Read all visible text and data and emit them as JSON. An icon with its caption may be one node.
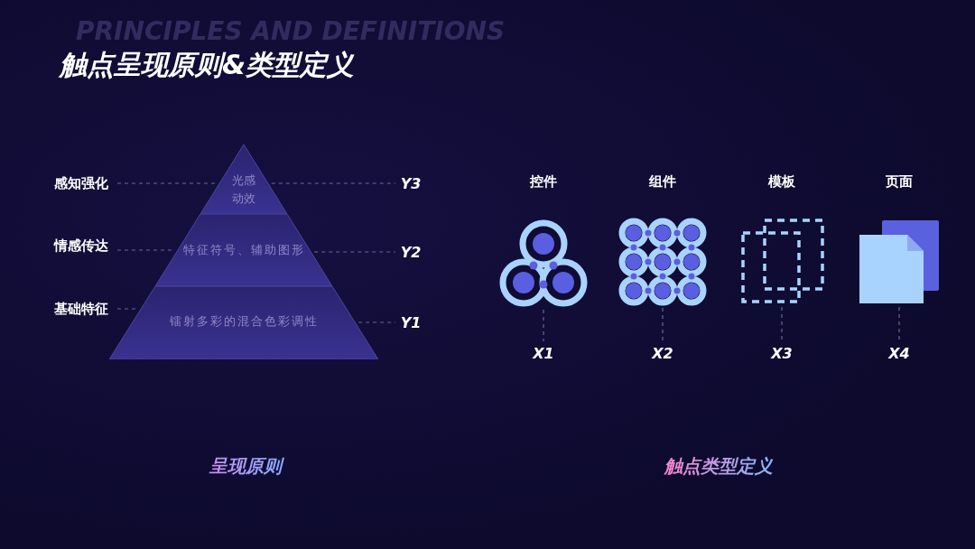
{
  "diagram": {
    "title": "触点呈现原则&类型定义",
    "nodes": [
      {
        "text": [
          "光感动效"
        ]
      },
      {
        "text": [
          "特征符号、辅助图形"
        ]
      },
      {
        "text": [
          "镭射多彩的混合色彩调性"
        ]
      },
      {
        "text": [
          "感知强化"
        ]
      },
      {
        "text": [
          "情感传达"
        ]
      },
      {
        "text": [
          "基础特征"
        ]
      },
      {
        "text": [
          "Y3"
        ]
      },
      {
        "text": [
          "Y2"
        ]
      },
      {
        "text": [
          "Y1"
        ]
      },
      {
        "text": [],
        "shape": "circle"
      },
      {
        "text": [],
        "shape": "circle"
      },
      {
        "text": [],
        "shape": "box"
      },
      {
        "text": [],
        "shape": "box"
      },
      {
        "text": [
          "X1"
        ]
      },
      {
        "text": [
          "X2"
        ]
      },
      {
        "text": [
          "X3"
        ]
      },
      {
        "text": [
          "X4"
        ]
      }
    ],
    "edges": [
      {
        "from": 3,
        "to": 0,
        "arrow": "none",
        "style": "dashed"
      },
      {
        "from": 0,
        "to": 6,
        "arrow": "none",
        "style": "dashed"
      },
      {
        "from": 4,
        "to": 1,
        "arrow": "none",
        "style": "dashed"
      },
      {
        "from": 1,
        "to": 7,
        "arrow": "none",
        "style": "dashed"
      },
      {
        "from": 5,
        "to": 2,
        "arrow": "none",
        "style": "dashed"
      },
      {
        "from": 2,
        "to": 8,
        "arrow": "none",
        "style": "dashed"
      },
      {
        "from": 9,
        "to": 13,
        "arrow": "none",
        "style": "dashed"
      },
      {
        "from": 10,
        "to": 14,
        "arrow": "none",
        "style": "dashed"
      },
      {
        "from": 11,
        "to": 15,
        "arrow": "none",
        "style": "dashed"
      },
      {
        "from": 12,
        "to": 16,
        "arrow": "none",
        "style": "dashed"
      }
    ],
    "labels": [
      "PRINCIPLES AND DEFINITIONS",
      "控件",
      "组件",
      "模板",
      "页面",
      "呈现原则",
      "触点类型定义"
    ]
  }
}
